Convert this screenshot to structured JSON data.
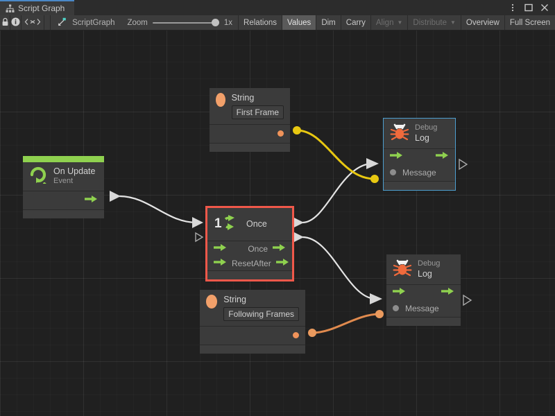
{
  "window": {
    "tab_label": "Script Graph",
    "tab_icon": "graph-hierarchy-icon",
    "buttons": [
      {
        "name": "window-menu-button",
        "icon": "kebab-menu-icon"
      },
      {
        "name": "maximize-button",
        "icon": "maximize-square-icon"
      },
      {
        "name": "close-button",
        "icon": "close-x-icon"
      }
    ]
  },
  "toolbar": {
    "lock_icon": "lock-icon",
    "info_icon": "info-icon",
    "code_icon": "angle-brackets-x-icon",
    "breadcrumb": "ScriptGraph",
    "breadcrumb_icon": "script-graph-icon",
    "zoom_label": "Zoom",
    "zoom_value": "1x",
    "zoom_slider_percent": 100,
    "buttons": [
      {
        "label": "Relations",
        "name": "relations-button",
        "state": "normal"
      },
      {
        "label": "Values",
        "name": "values-button",
        "state": "active"
      },
      {
        "label": "Dim",
        "name": "dim-button",
        "state": "normal"
      },
      {
        "label": "Carry",
        "name": "carry-button",
        "state": "normal"
      },
      {
        "label": "Align",
        "name": "align-dropdown",
        "state": "disabled",
        "caret": "▼"
      },
      {
        "label": "Distribute",
        "name": "distribute-dropdown",
        "state": "disabled",
        "caret": "▼"
      },
      {
        "label": "Overview",
        "name": "overview-button",
        "state": "normal"
      },
      {
        "label": "Full Screen",
        "name": "full-screen-button",
        "state": "normal"
      }
    ]
  },
  "graph": {
    "nodes": {
      "on_update": {
        "title": "On Update",
        "subtitle": "Event",
        "icon": "event-loop-icon",
        "accent": "#8fd14f",
        "output_flow": "flow-out-arrow-icon"
      },
      "once": {
        "title": "Once",
        "badge": "1",
        "icon": "once-cycle-icon",
        "selected": true,
        "selection_color": "#f0584a",
        "rows": [
          {
            "left_label": "",
            "right_label": "Once"
          },
          {
            "left_label": "Reset",
            "right_label": "After"
          }
        ]
      },
      "string_first": {
        "title": "String",
        "value": "First Frame",
        "icon": "string-value-icon",
        "port_color": "#f0935a"
      },
      "string_following": {
        "title": "String",
        "value": "Following Frames",
        "icon": "string-value-icon",
        "port_color": "#f0935a"
      },
      "debug_log_top": {
        "subtitle": "Debug",
        "title": "Log",
        "icon": "bug-icon",
        "message_label": "Message",
        "hovered": true,
        "hover_color": "#4d9fd0"
      },
      "debug_log_bottom": {
        "subtitle": "Debug",
        "title": "Log",
        "icon": "bug-icon",
        "message_label": "Message",
        "hovered": false
      }
    },
    "connections": [
      {
        "name": "wire-on-update-to-once",
        "type": "flow",
        "color": "#e4e4e4"
      },
      {
        "name": "wire-once-to-debug-top",
        "type": "flow",
        "color": "#e4e4e4"
      },
      {
        "name": "wire-after-to-debug-bottom",
        "type": "flow",
        "color": "#e4e4e4"
      },
      {
        "name": "wire-string-first-to-debug-top",
        "type": "value",
        "color": "#e8c811"
      },
      {
        "name": "wire-string-following-to-debug-bottom",
        "type": "value",
        "color": "#e08a4e"
      }
    ]
  }
}
